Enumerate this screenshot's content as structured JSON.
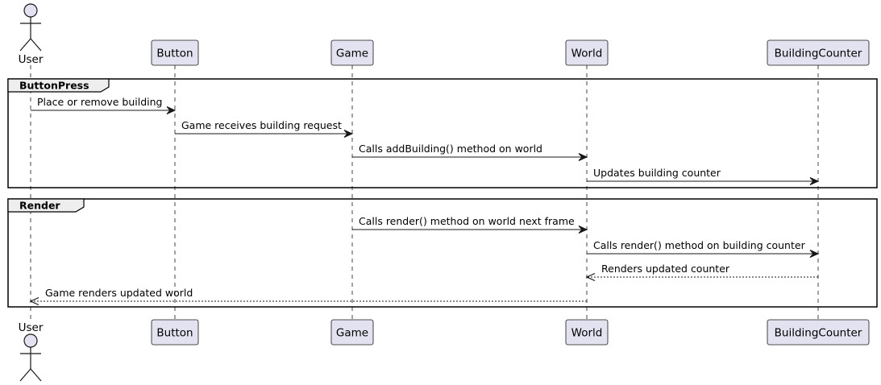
{
  "participants": [
    {
      "id": "user",
      "label": "User",
      "kind": "actor"
    },
    {
      "id": "button",
      "label": "Button",
      "kind": "box"
    },
    {
      "id": "game",
      "label": "Game",
      "kind": "box"
    },
    {
      "id": "world",
      "label": "World",
      "kind": "box"
    },
    {
      "id": "counter",
      "label": "BuildingCounter",
      "kind": "box"
    }
  ],
  "fragments": [
    {
      "title": "ButtonPress"
    },
    {
      "title": "Render"
    }
  ],
  "messages": [
    {
      "from": "user",
      "to": "button",
      "label": "Place or remove building",
      "style": "solid"
    },
    {
      "from": "button",
      "to": "game",
      "label": "Game receives building request",
      "style": "solid"
    },
    {
      "from": "game",
      "to": "world",
      "label": "Calls addBuilding() method on world",
      "style": "solid"
    },
    {
      "from": "world",
      "to": "counter",
      "label": "Updates building counter",
      "style": "solid"
    },
    {
      "from": "game",
      "to": "world",
      "label": "Calls render() method on world next frame",
      "style": "solid"
    },
    {
      "from": "world",
      "to": "counter",
      "label": "Calls render() method on building counter",
      "style": "solid"
    },
    {
      "from": "counter",
      "to": "world",
      "label": "Renders updated counter",
      "style": "dashed"
    },
    {
      "from": "world",
      "to": "user",
      "label": "Game renders updated world",
      "style": "dashed"
    }
  ],
  "colors": {
    "participant_fill": "#e2e2f0",
    "participant_border": "#181818",
    "lifeline": "#181818",
    "fragment_border": "#000000",
    "fragment_tab_fill": "#eeeeee"
  }
}
